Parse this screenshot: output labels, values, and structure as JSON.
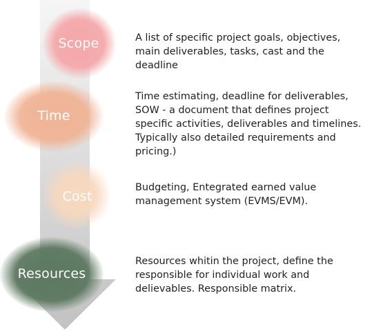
{
  "stages": [
    {
      "label": "Scope",
      "description": "A list of specific project goals, objectives, main deliverables, tasks, cast and the deadline"
    },
    {
      "label": "Time",
      "description": "Time estimating, deadline for deliverables, SOW - a document that defines project specific activities, deliverables and timelines. Typically also detailed requirements and pricing.)"
    },
    {
      "label": "Cost",
      "description": "Budgeting, Entegrated earned value management system (EVMS/EVM)."
    },
    {
      "label": "Resources",
      "description": "Resources whitin the project, define the responsible for individual work and delievables. Responsible matrix."
    }
  ],
  "colors": {
    "arrow_top": "#f4f4f4",
    "arrow_bottom": "#c4c4c4",
    "scope": "#f4a8aa",
    "time": "#f0b496",
    "cost": "#f8d8be",
    "resources": "#5c7860",
    "label_text": "#ffffff",
    "description_text": "#1f1f1f"
  }
}
